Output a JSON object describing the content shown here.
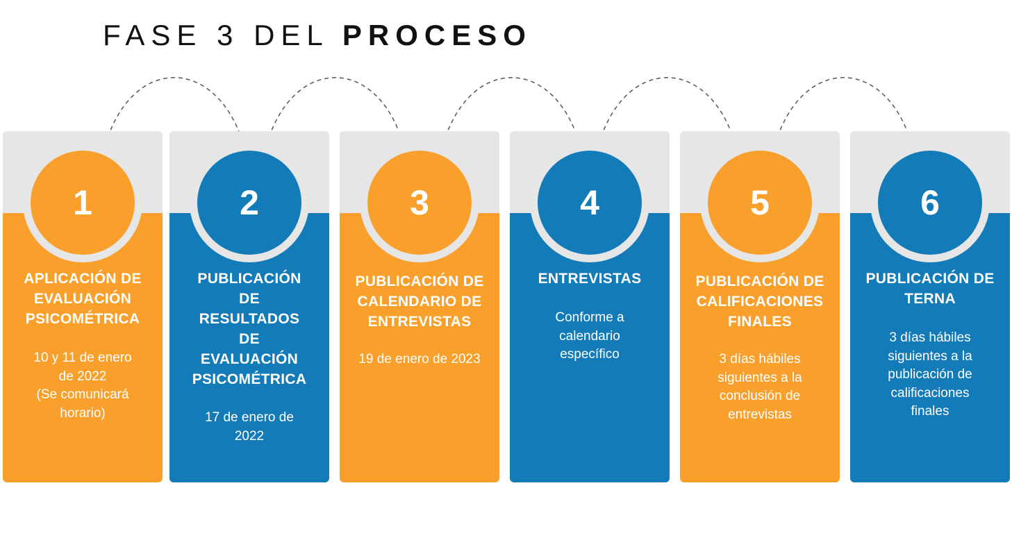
{
  "title": {
    "light": "FASE 3 DEL",
    "bold": "PROCESO"
  },
  "colors": {
    "orange": "#f9a02c",
    "blue": "#127bb8",
    "panel_gray": "#e6e6e6"
  },
  "steps": [
    {
      "number": "1",
      "heading": "APLICACIÓN DE\nEVALUACIÓN\nPSICOMÉTRICA",
      "detail": "10 y 11 de enero\nde 2022\n(Se comunicará\nhorario)",
      "color": "orange"
    },
    {
      "number": "2",
      "heading": "PUBLICACIÓN\nDE\nRESULTADOS\nDE\nEVALUACIÓN\nPSICOMÉTRICA",
      "detail": "17 de enero de\n2022",
      "color": "blue"
    },
    {
      "number": "3",
      "heading": "PUBLICACIÓN DE\nCALENDARIO DE\nENTREVISTAS",
      "detail": "19 de enero de 2023",
      "color": "orange"
    },
    {
      "number": "4",
      "heading": "ENTREVISTAS",
      "detail": "Conforme a\ncalendario\nespecífico",
      "color": "blue"
    },
    {
      "number": "5",
      "heading": "PUBLICACIÓN DE\nCALIFICACIONES\nFINALES",
      "detail": "3 días hábiles\nsiguientes a la\nconclusión de\nentrevistas",
      "color": "orange"
    },
    {
      "number": "6",
      "heading": "PUBLICACIÓN DE\nTERNA",
      "detail": "3 días hábiles\nsiguientes a la\npublicación de\ncalificaciones\nfinales",
      "color": "blue"
    }
  ]
}
